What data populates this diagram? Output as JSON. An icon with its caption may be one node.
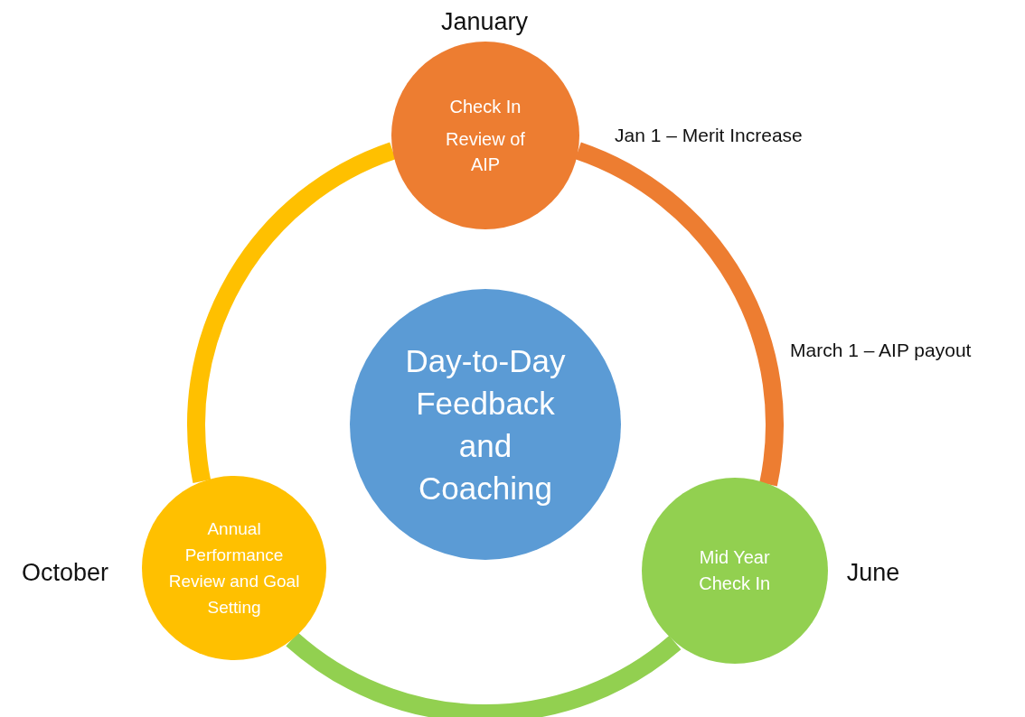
{
  "diagram": {
    "nodes": [
      {
        "text": [
          "Check In",
          "Review of AIP"
        ],
        "beside": [
          "January"
        ]
      },
      {
        "text": [
          "Day-to-Day Feedback and Coaching"
        ]
      },
      {
        "text": [
          "Annual Performance Review and Goal Setting"
        ],
        "beside": [
          "October"
        ]
      },
      {
        "text": [
          "Mid Year Check In"
        ],
        "beside": [
          "June"
        ]
      }
    ],
    "edges": [
      {
        "from": 0,
        "to": 3,
        "arrow": "none",
        "color": "#ed7d31"
      },
      {
        "from": 3,
        "to": 2,
        "arrow": "none",
        "color": "#92d050"
      },
      {
        "from": 2,
        "to": 0,
        "arrow": "none",
        "color": "#ffc000"
      }
    ],
    "labels": [
      "Jan 1 – Merit Increase",
      "March 1 – AIP payout"
    ]
  }
}
